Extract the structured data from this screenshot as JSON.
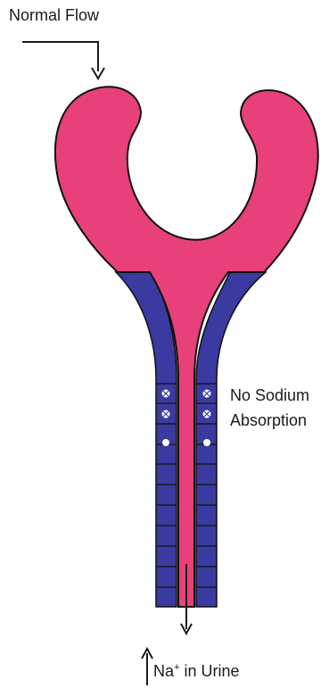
{
  "labels": {
    "normal_flow": "Normal Flow",
    "no_sodium_line1": "No Sodium",
    "no_sodium_line2": "Absorption",
    "na_prefix": "Na",
    "na_superscript": "+",
    "na_suffix": " in Urine"
  },
  "colors": {
    "lumen_pink": "#e8407a",
    "epithelium_blue": "#3a3aa0",
    "outline": "#111111",
    "arrow": "#1a1a1a"
  }
}
